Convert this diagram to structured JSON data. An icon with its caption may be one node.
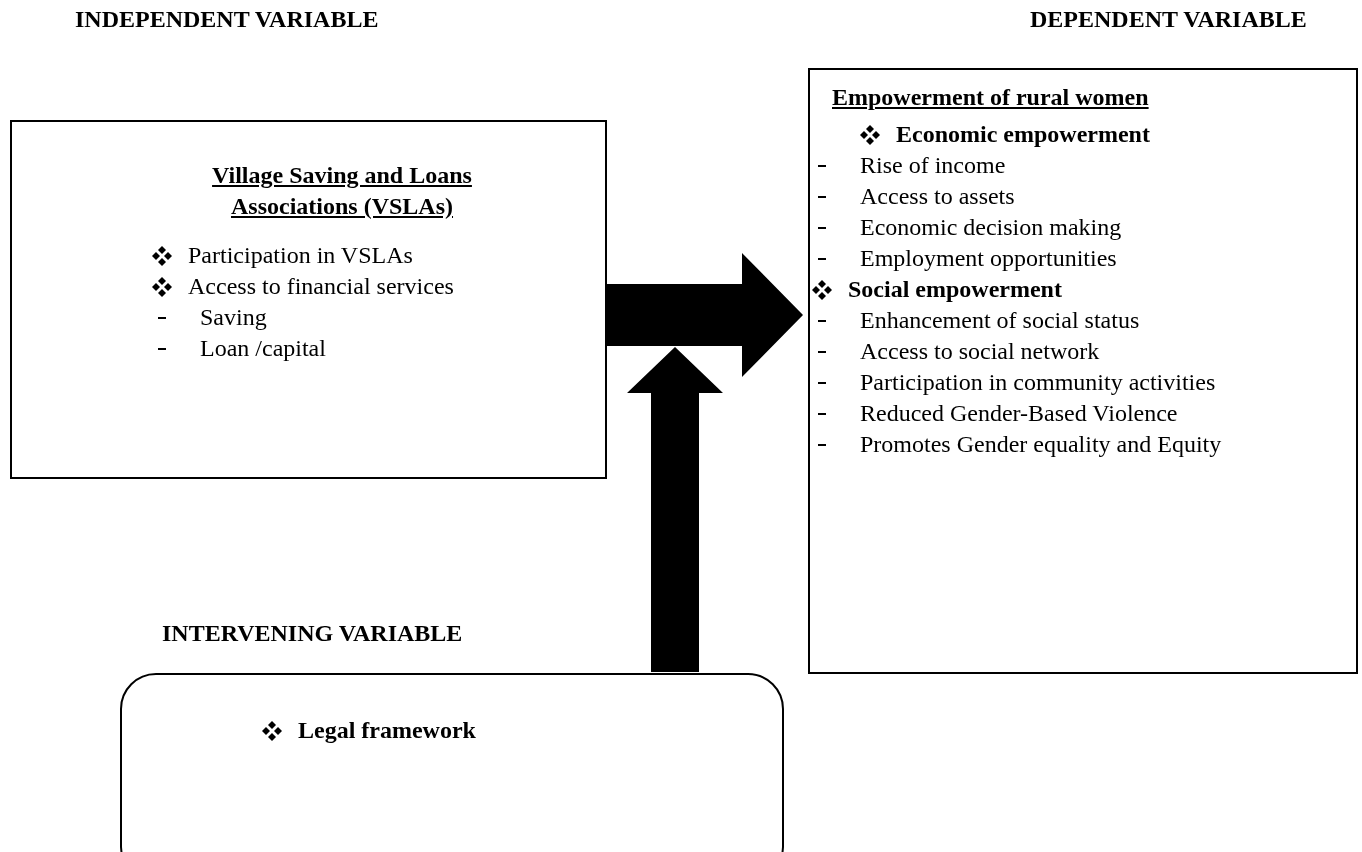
{
  "diagram": {
    "nodes": [
      {
        "text": [
          "Village Saving and Loans Associations (VSLAs)",
          "Participation in VSLAs",
          "Access to financial services",
          "Saving",
          "Loan /capital"
        ]
      },
      {
        "text": [
          "Empowerment of rural women",
          "Economic empowerment",
          "Rise of income",
          "Access to assets",
          "Economic decision making",
          "Employment opportunities",
          "Social empowerment",
          "Enhancement of social status",
          "Access to social network",
          "Participation in community activities",
          "Reduced Gender-Based Violence",
          "Promotes Gender equality and Equity"
        ]
      },
      {
        "text": [
          "Legal framework"
        ]
      }
    ],
    "edges": [
      {
        "from": 0,
        "to": 1,
        "arrow": "to",
        "style": "thick"
      },
      {
        "from": 2,
        "to": null,
        "arrow": "to",
        "style": "thick"
      }
    ],
    "labels": [
      "INDEPENDENT VARIABLE",
      "DEPENDENT VARIABLE",
      "INTERVENING VARIABLE"
    ]
  }
}
